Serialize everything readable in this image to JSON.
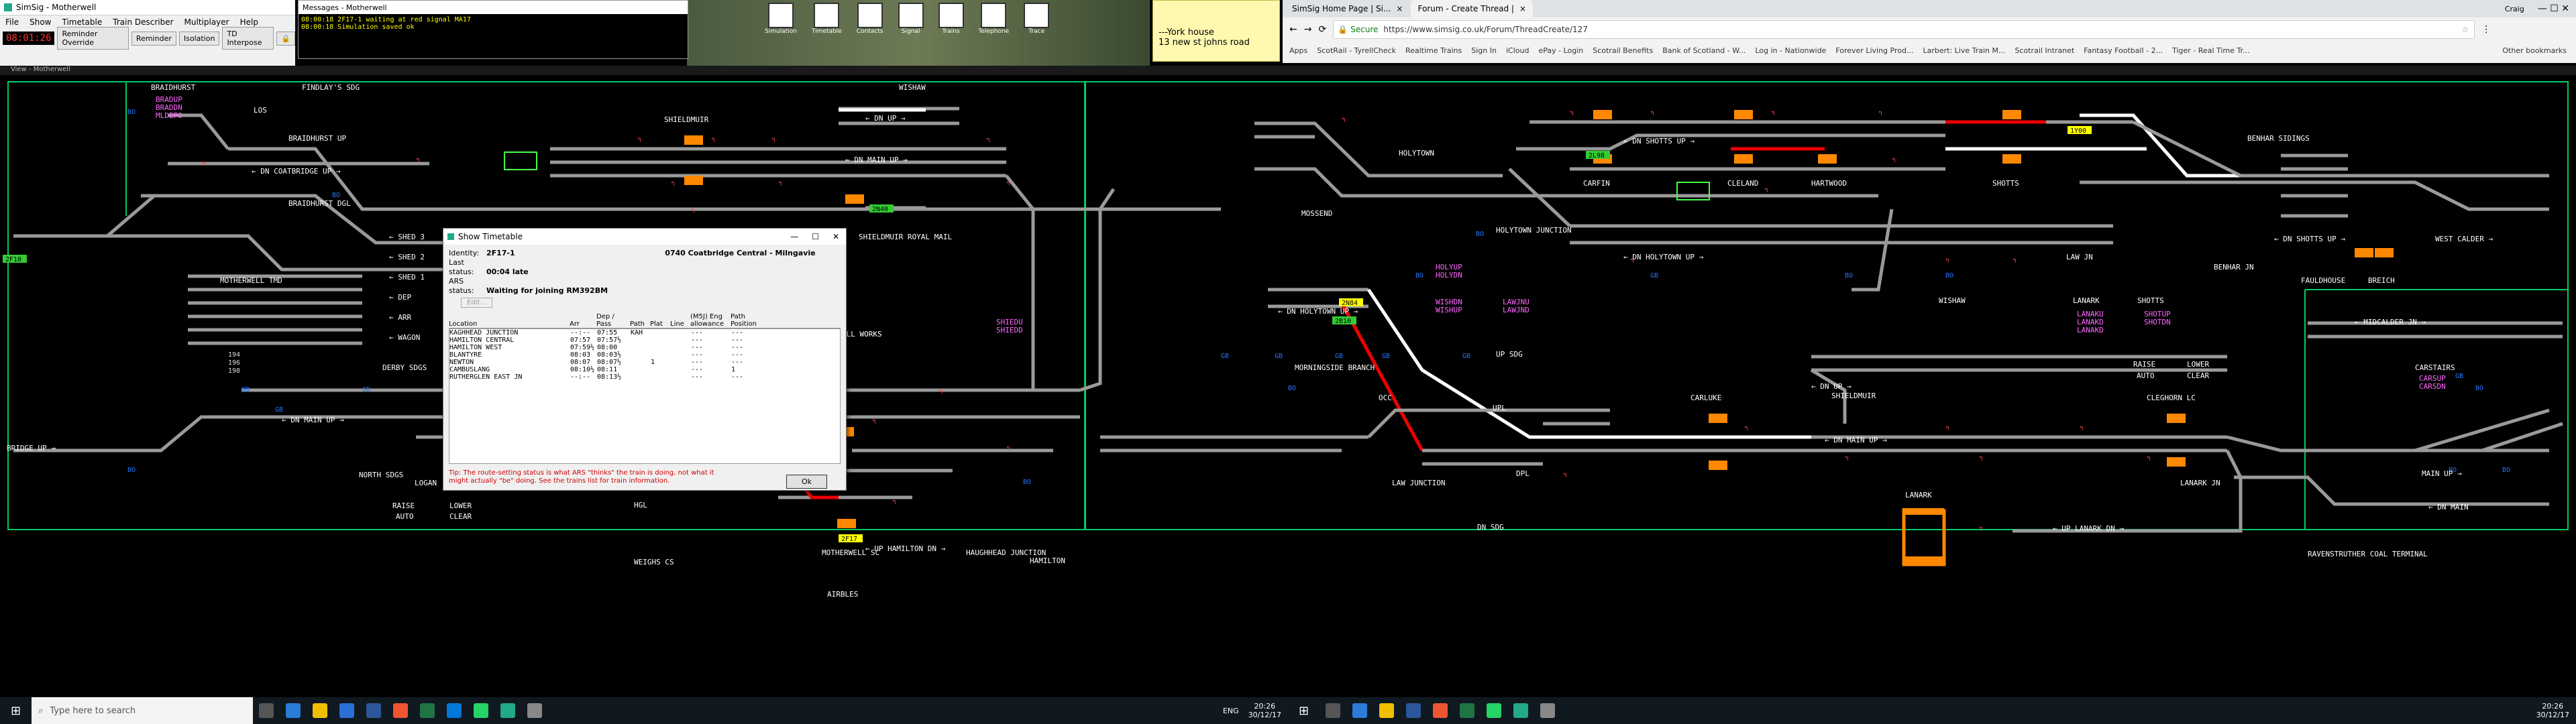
{
  "simsig": {
    "title": "SimSig - Motherwell",
    "menu": [
      "File",
      "Show",
      "Timetable",
      "Train Describer",
      "Multiplayer",
      "Help"
    ],
    "clock": "08:01:26",
    "buttons": [
      "Reminder Override",
      "Reminder",
      "Isolation",
      "TD Interpose"
    ],
    "messages_title": "Messages - Motherwell",
    "messages": [
      "08:00:18 2F17-1 waiting at red signal MA17",
      "08:00:18 Simulation saved ok"
    ],
    "view_label": "View - Motherwell",
    "toolbar_icons": [
      "Simulation",
      "Timetable",
      "Contacts",
      "Signal",
      "Trains",
      "Telephone",
      "Trace"
    ]
  },
  "sticky_note": {
    "line1": "York house",
    "line2": "13 new st johns road"
  },
  "panel_labels": {
    "braidhurst": "BRAIDHURST",
    "findlays": "FINDLAY'S SDG",
    "los": "LOS",
    "braidhurst_up": "BRAIDHURST UP",
    "coatbridge_up": "← DN COATBRIDGE UP →",
    "braidhurst_dgl": "BRAIDHURST DGL",
    "motherwell_tmd": "MOTHERWELL TMD",
    "shed3": "← SHED 3",
    "shed2": "← SHED 2",
    "shed1": "← SHED 1",
    "dep": "← DEP",
    "arr": "← ARR",
    "wagon": "← WAGON",
    "derby_sdgs": "DERBY SDGS",
    "dn_main_up_left": "← DN MAIN UP →",
    "bridge_up": "BRIDGE UP →",
    "north_sdgs": "NORTH SDGS",
    "logan": "LOGAN",
    "raise": "RAISE",
    "lower": "LOWER",
    "auto": "AUTO",
    "clear": "CLEAR",
    "shieldmuir": "SHIELDMUIR",
    "dn_main_up_mid": "← DN MAIN UP →",
    "shieldmuir_royal_mail": "SHIELDMUIR ROYAL MAIL",
    "wishaw_top": "WISHAW",
    "dn_up": "← DN UP →",
    "ell_works": "ELL WORKS",
    "motherwell_sc": "MOTHERWELL SC",
    "haughhead_jn": "HAUGHHEAD JUNCTION",
    "hamilton_dn": "← UP HAMILTON DN →",
    "hamilton": "HAMILTON",
    "weighs_cs": "WEIGHS CS",
    "airbles": "AIRBLES",
    "hgl": "HGL",
    "holytown": "HOLYTOWN",
    "mossend": "MOSSEND",
    "carfin": "CARFIN",
    "cleland": "CLELAND",
    "hartwood": "HARTWOOD",
    "shotts": "SHOTTS",
    "holytown_jn": "HOLYTOWN JUNCTION",
    "dn_shotts_up_top": "← DN SHOTTS UP →",
    "dn_holytown_up": "← DN HOLYTOWN UP →",
    "law_jn": "LAW JN",
    "wishaw_mid": "WISHAW",
    "dn_holytown_up2": "← DN HOLYTOWN UP →",
    "morningside": "MORNINGSIDE BRANCH",
    "up_sdg": "UP SDG",
    "upl": "UPL",
    "carluke": "CARLUKE",
    "dn_up2": "← DN UP →",
    "shieldmuir2": "SHIELDMUIR",
    "lanark": "LANARK",
    "shotts_list": "SHOTTS",
    "raise2": "RAISE",
    "lower2": "LOWER",
    "auto2": "AUTO",
    "clear2": "CLEAR",
    "cleghorn": "CLEGHORN LC",
    "dn_main_up_right": "← DN MAIN UP →",
    "law_junction": "LAW JUNCTION",
    "dpl": "DPL",
    "dn_sdg": "DN SDG",
    "lanark2": "LANARK",
    "up_lanark_dn": "← UP LANARK DN →",
    "lanark_jn": "LANARK JN",
    "benhar": "BENHAR SIDINGS",
    "benhar_jn": "BENHAR JN",
    "dn_shotts_up_right": "← DN SHOTTS UP →",
    "west_calder": "WEST CALDER →",
    "fauldhouse": "FAULDHOUSE",
    "breich": "BREICH",
    "mid_calder": "← MIDCALDER JN →",
    "carstairs": "CARSTAIRS",
    "main_up": "MAIN UP →",
    "dn_main": "← DN MAIN",
    "ravenstruther": "RAVENSTRUTHER COAL TERMINAL",
    "occ": "OCC"
  },
  "lists": {
    "braidhurst": [
      "BRADUP",
      "BRADDN",
      "MLDEPO"
    ],
    "holytown": [
      "HOLYUP",
      "HOLYDN"
    ],
    "wishaw": [
      "WISHDN",
      "WISHUP"
    ],
    "law": [
      "LAWJNU",
      "LAWJND"
    ],
    "shieldmuir": [
      "SHIEDU",
      "SHIEDD"
    ],
    "lanark": [
      "LANAKU",
      "LANAKD",
      "LANAKD"
    ],
    "shotts": [
      "SHOTUP",
      "SHOTDN"
    ],
    "carstairs": [
      "CARSUP",
      "CARSDN"
    ],
    "numbers": [
      "194",
      "196",
      "198"
    ]
  },
  "headcodes": [
    "2F17",
    "2N40",
    "2L98",
    "2N84",
    "1Y00",
    "2B10",
    "2F10"
  ],
  "dialog": {
    "title": "Show Timetable",
    "identity_label": "Identity:",
    "identity": "2F17-1",
    "service": "0740 Coatbridge Central - Milngavie",
    "last_status_label": "Last status:",
    "last_status": "00:04  late",
    "ars_label": "ARS status:",
    "ars_status": "Waiting for joining RM392BM",
    "edit_btn": "Edit...",
    "columns": [
      "Location",
      "Arr",
      "Dep / Pass",
      "Path",
      "Plat",
      "Line",
      "(M5J) Eng allowance",
      "Path Position"
    ],
    "rows": [
      {
        "loc": "KAGHHEAD JUNCTION",
        "arr": "--:--",
        "dep": "07:55",
        "path": "KAH",
        "plat": "",
        "line": "",
        "eng": "---",
        "pos": "---"
      },
      {
        "loc": "HAMILTON CENTRAL",
        "arr": "07:57",
        "dep": "07:57½",
        "path": "",
        "plat": "",
        "line": "",
        "eng": "---",
        "pos": "---"
      },
      {
        "loc": "HAMILTON WEST",
        "arr": "07:59½",
        "dep": "08:00",
        "path": "",
        "plat": "",
        "line": "",
        "eng": "---",
        "pos": "---"
      },
      {
        "loc": "BLANTYRE",
        "arr": "08:03",
        "dep": "08:03½",
        "path": "",
        "plat": "",
        "line": "",
        "eng": "---",
        "pos": "---"
      },
      {
        "loc": "NEWTON",
        "arr": "08:07",
        "dep": "08:07½",
        "path": "",
        "plat": "1",
        "line": "",
        "eng": "---",
        "pos": "---"
      },
      {
        "loc": "CAMBUSLANG",
        "arr": "08:10½",
        "dep": "08:11",
        "path": "",
        "plat": "",
        "line": "",
        "eng": "---",
        "pos": "1"
      },
      {
        "loc": "RUTHERGLEN EAST JN",
        "arr": "--:--",
        "dep": "08:13½",
        "path": "",
        "plat": "",
        "line": "",
        "eng": "---",
        "pos": "---"
      }
    ],
    "tip": "Tip: The route-setting status is what ARS \"thinks\" the train is doing, not what it might actually \"be\" doing. See the trains list for train information.",
    "ok": "Ok"
  },
  "browser": {
    "tabs": [
      "SimSig Home Page | Si...",
      "Forum - Create Thread |"
    ],
    "secure": "Secure",
    "url": "https://www.simsig.co.uk/Forum/ThreadCreate/127",
    "user": "Craig",
    "bookmarks": [
      "Apps",
      "ScotRail - TyrellCheck",
      "Realtime Trains",
      "Sign In",
      "iCloud",
      "ePay - Login",
      "Scotrail Benefits",
      "Bank of Scotland - W...",
      "Log in - Nationwide",
      "Forever Living Prod...",
      "Larbert: Live Train M...",
      "Scotrail Intranet",
      "Fantasy Football - 2...",
      "Tiger - Real Time Tr...",
      "Other bookmarks"
    ]
  },
  "taskbar": {
    "search_placeholder": "Type here to search",
    "lang": "ENG",
    "time": "20:26",
    "date": "30/12/17"
  },
  "colors": {
    "track": "#9a9a9a",
    "route": "#ffffff",
    "occupied": "#e00000",
    "signal_blue": "#2277ff",
    "signal_red": "#ff3030",
    "label_green": "#44ff44",
    "label_magenta": "#ff66ff",
    "platform": "#ff8800"
  }
}
